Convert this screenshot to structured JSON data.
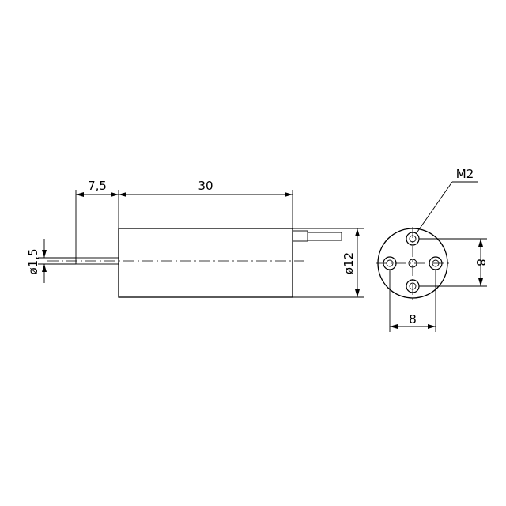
{
  "drawing": {
    "dimensions": {
      "shaft_length": "7,5",
      "body_length": "30",
      "shaft_diameter": "ø1,5",
      "body_diameter": "ø12",
      "thread": "M2",
      "hole_spacing_horizontal": "8",
      "hole_spacing_vertical": "8"
    }
  }
}
